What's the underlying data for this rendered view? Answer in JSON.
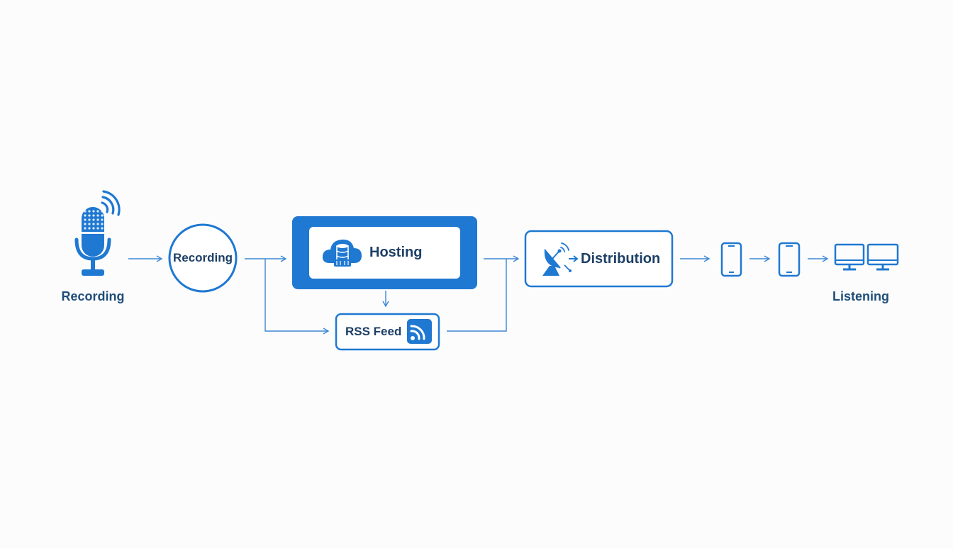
{
  "diagram": {
    "colors": {
      "primary": "#1f78d1",
      "text": "#1f4e79",
      "connector": "#3b87d4",
      "background": "#fcfcfd"
    },
    "source": {
      "icon": "microphone-icon",
      "caption": "Recording"
    },
    "nodes": {
      "recording": {
        "label": "Recording"
      },
      "hosting": {
        "label": "Hosting",
        "icon": "cloud-database-icon"
      },
      "rss_feed": {
        "label": "RSS Feed",
        "icon": "rss-icon"
      },
      "distribution": {
        "label": "Distribution",
        "icon": "satellite-dish-icon"
      }
    },
    "listening": {
      "caption": "Listening",
      "devices": [
        "smartphone-icon",
        "smartphone-icon",
        "desktop-monitor-icon",
        "desktop-monitor-icon"
      ]
    }
  }
}
